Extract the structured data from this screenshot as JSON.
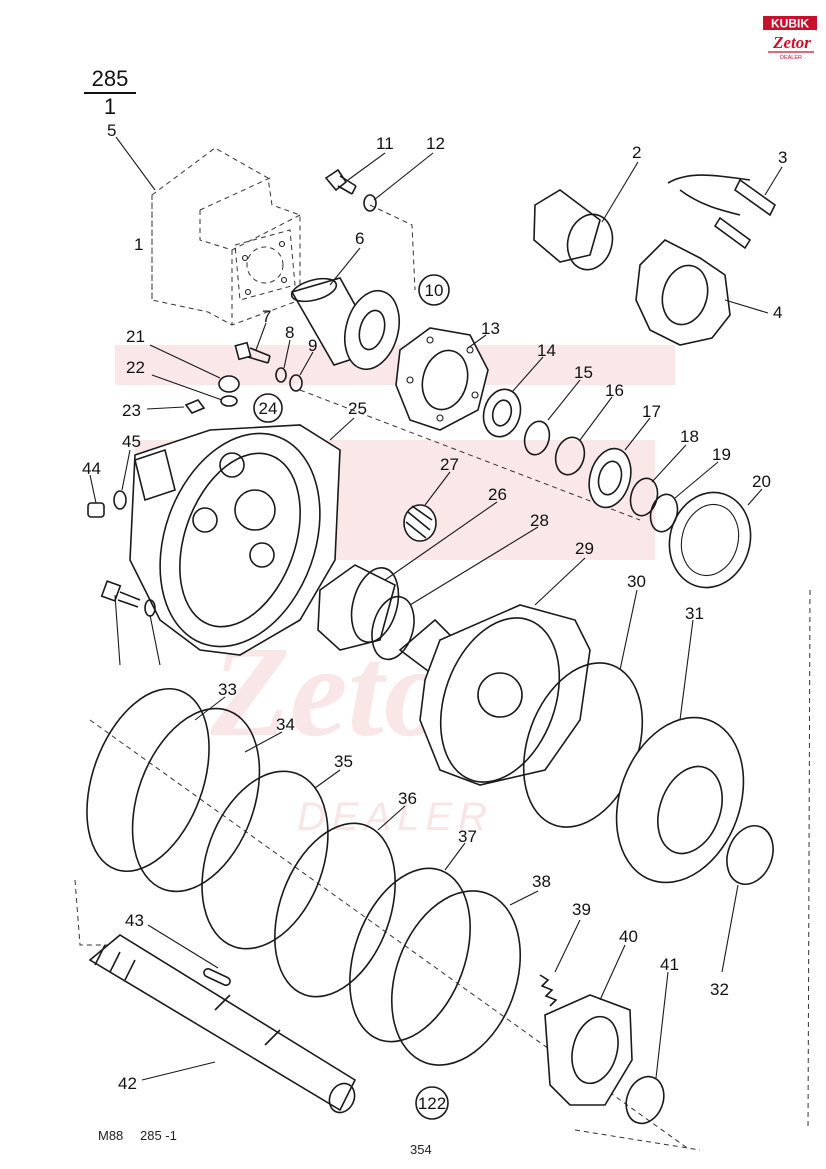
{
  "header": {
    "ref_numerator": "285",
    "ref_denominator": "1"
  },
  "logo": {
    "line1": "KUBIK",
    "line2": "Zetor",
    "line3": "DEALER",
    "color": "#c8102e"
  },
  "watermark": {
    "brand": "Zetor",
    "tagline": "DEALER",
    "color": "#e06a6a"
  },
  "part_labels": [
    "1",
    "2",
    "3",
    "4",
    "5",
    "6",
    "7",
    "8",
    "9",
    "11",
    "12",
    "13",
    "14",
    "15",
    "16",
    "17",
    "18",
    "19",
    "20",
    "21",
    "22",
    "23",
    "25",
    "26",
    "27",
    "28",
    "29",
    "30",
    "31",
    "32",
    "33",
    "34",
    "35",
    "36",
    "37",
    "38",
    "39",
    "40",
    "41",
    "42",
    "43",
    "44",
    "45"
  ],
  "circled_refs": [
    "10",
    "24",
    "122"
  ],
  "footer": {
    "code": "M88",
    "sheet": "285 -1",
    "page": "354"
  }
}
